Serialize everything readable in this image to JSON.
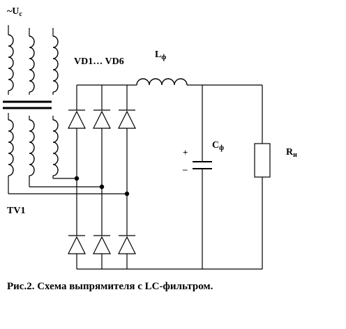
{
  "labels": {
    "source": "~U",
    "source_sub": "c",
    "diodes": "VD1… VD6",
    "inductor": "L",
    "inductor_sub": "ф",
    "capacitor": "C",
    "capacitor_sub": "ф",
    "load": "R",
    "load_sub": "н",
    "transformer": "TV1",
    "plus": "+",
    "minus": "–"
  },
  "caption": "Рис.2. Схема выпрямителя с LC-фильтром."
}
